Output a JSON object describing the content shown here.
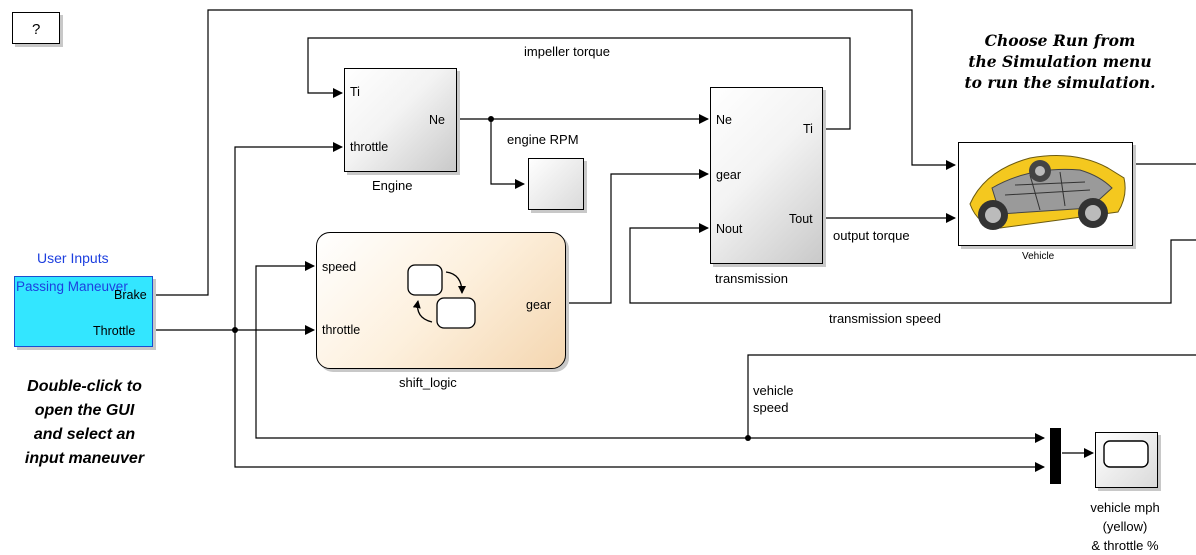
{
  "help_button": {
    "label": "?"
  },
  "instructions": {
    "run_note": [
      "Choose Run from",
      "the Simulation menu",
      "to run the simulation."
    ],
    "gui_note": [
      "Double-click to",
      "open the GUI",
      "and select an",
      "input maneuver"
    ]
  },
  "blocks": {
    "user_inputs": {
      "title": "User Inputs",
      "subtitle": "Passing Maneuver",
      "ports_out": [
        "Brake",
        "Throttle"
      ]
    },
    "engine": {
      "name": "Engine",
      "ports_in": [
        "Ti",
        "throttle"
      ],
      "ports_out": [
        "Ne"
      ]
    },
    "engine_scope": {
      "name": "engine RPM"
    },
    "shift_logic": {
      "name": "shift_logic",
      "ports_in": [
        "speed",
        "throttle"
      ],
      "ports_out": [
        "gear"
      ]
    },
    "transmission": {
      "name": "transmission",
      "ports_in": [
        "Ne",
        "gear",
        "Nout"
      ],
      "ports_out": [
        "Ti",
        "Tout"
      ]
    },
    "vehicle": {
      "name": "Vehicle"
    },
    "vehicle_scope": {
      "name_lines": [
        "vehicle mph",
        "(yellow)",
        "& throttle %"
      ]
    }
  },
  "signals": {
    "impeller_torque": "impeller torque",
    "output_torque": "output torque",
    "transmission_speed": "transmission speed",
    "vehicle_speed": [
      "vehicle",
      "speed"
    ]
  },
  "colors": {
    "user_inputs_fill": "#33e6ff",
    "user_inputs_title": "#1d3fdf",
    "chart_fill": "#fdf0dd",
    "line": "#000000"
  }
}
